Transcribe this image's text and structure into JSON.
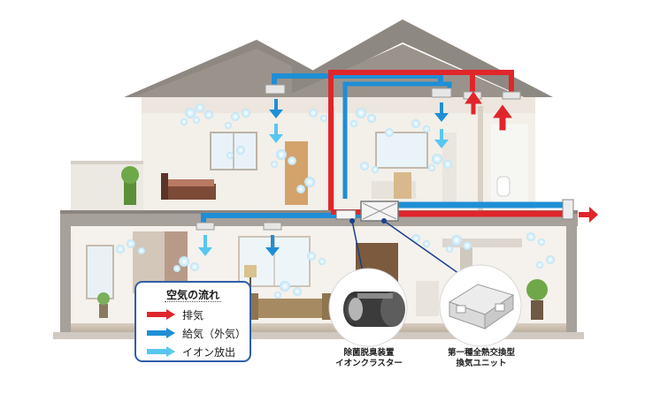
{
  "legend": {
    "title": "空気の流れ",
    "items": [
      {
        "label": "排気",
        "color": "#e0262b",
        "icon": "red-arrow-icon"
      },
      {
        "label": "給気（外気）",
        "color": "#1e8fd6",
        "icon": "blue-arrow-icon"
      },
      {
        "label": "イオン放出",
        "color": "#58c7f0",
        "icon": "light-blue-arrow-icon"
      }
    ]
  },
  "devices": {
    "ion_cluster": {
      "line1": "除菌脱臭装置",
      "line2": "イオンクラスター"
    },
    "heat_exchanger": {
      "line1": "第一種全熱交換型",
      "line2": "換気ユニット"
    }
  },
  "colors": {
    "exhaust": "#e0262b",
    "supply": "#1e8fd6",
    "ion": "#58c7f0",
    "roof": "#8e8882",
    "wall": "#f1ece6"
  }
}
